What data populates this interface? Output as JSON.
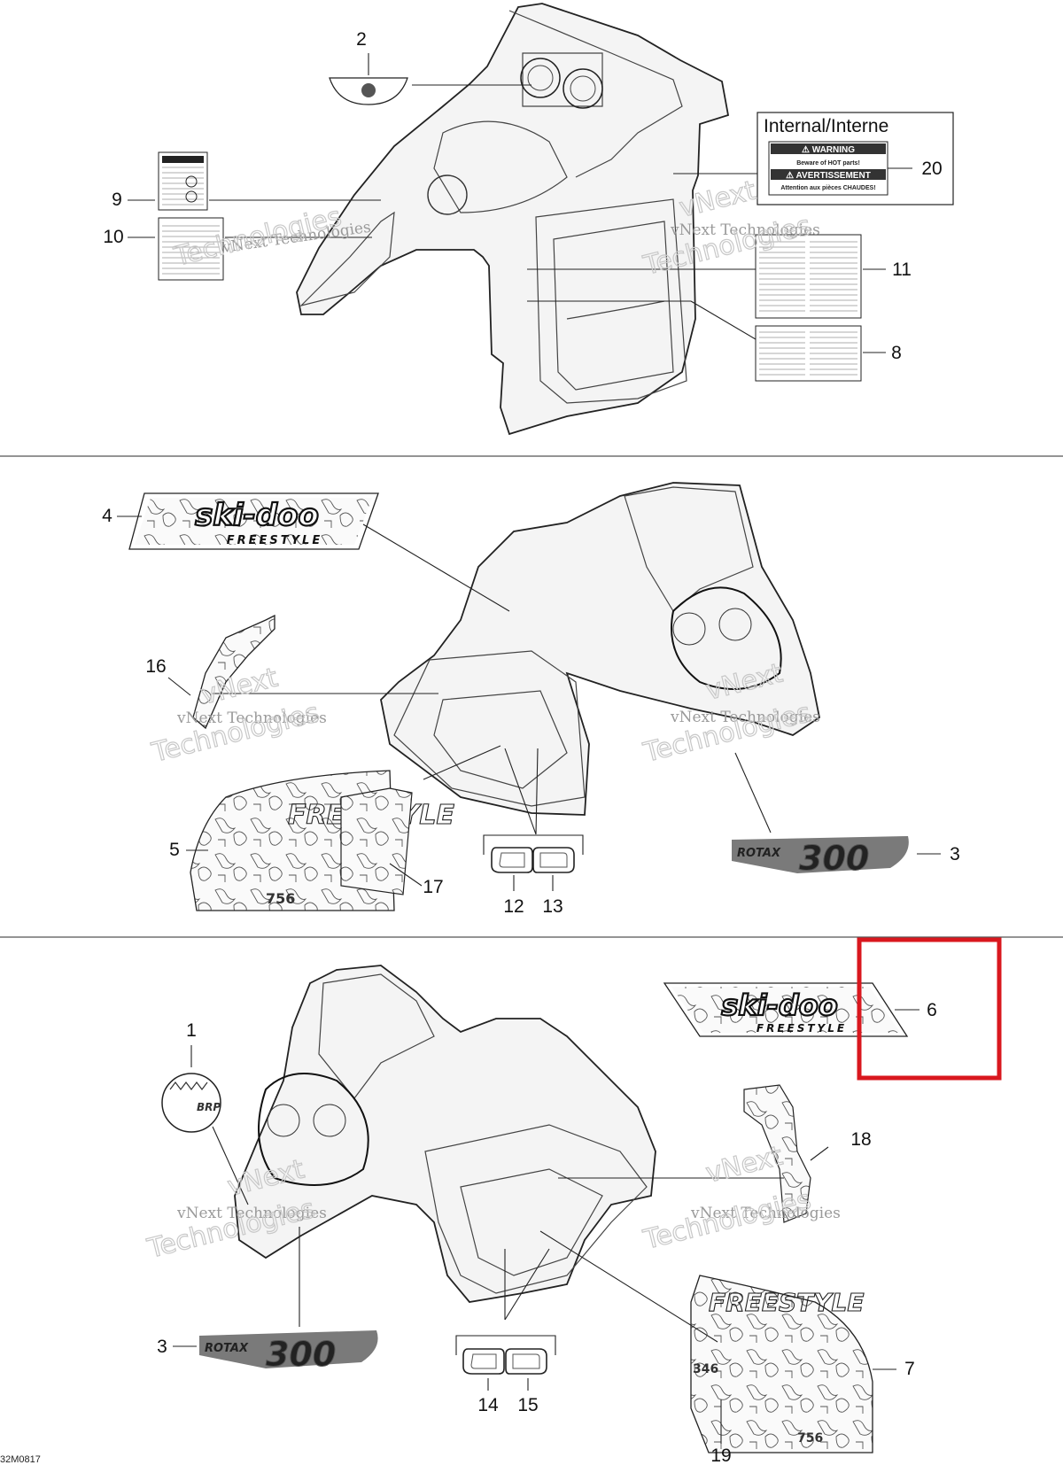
{
  "callouts": {
    "c1": "1",
    "c2": "2",
    "c3a": "3",
    "c3b": "3",
    "c4": "4",
    "c5": "5",
    "c6": "6",
    "c7": "7",
    "c8": "8",
    "c9": "9",
    "c10": "10",
    "c11": "11",
    "c12": "12",
    "c13": "13",
    "c14": "14",
    "c15": "15",
    "c16": "16",
    "c17": "17",
    "c18": "18",
    "c19": "19",
    "c20": "20"
  },
  "internal_box": {
    "heading": "Internal/Interne",
    "warning_label": "⚠ WARNING",
    "warning_text": "Beware of HOT parts!",
    "avert_label": "⚠ AVERTISSEMENT",
    "avert_text": "Attention aux pièces CHAUDES!"
  },
  "logos": {
    "skidoo": "ski-doo",
    "freestyle": "FREESTYLE",
    "rotax_small": "ROTAX",
    "rotax_big": "300",
    "brp": "BRP",
    "freestyle_decal": "FREESTYLE",
    "part_756": "756",
    "part_346": "346"
  },
  "watermark": {
    "line1": "vNext Technologies",
    "line2": "vNext",
    "line3": "Technologies"
  },
  "figure_code": "32M0817",
  "highlight_color": "#d9171e"
}
